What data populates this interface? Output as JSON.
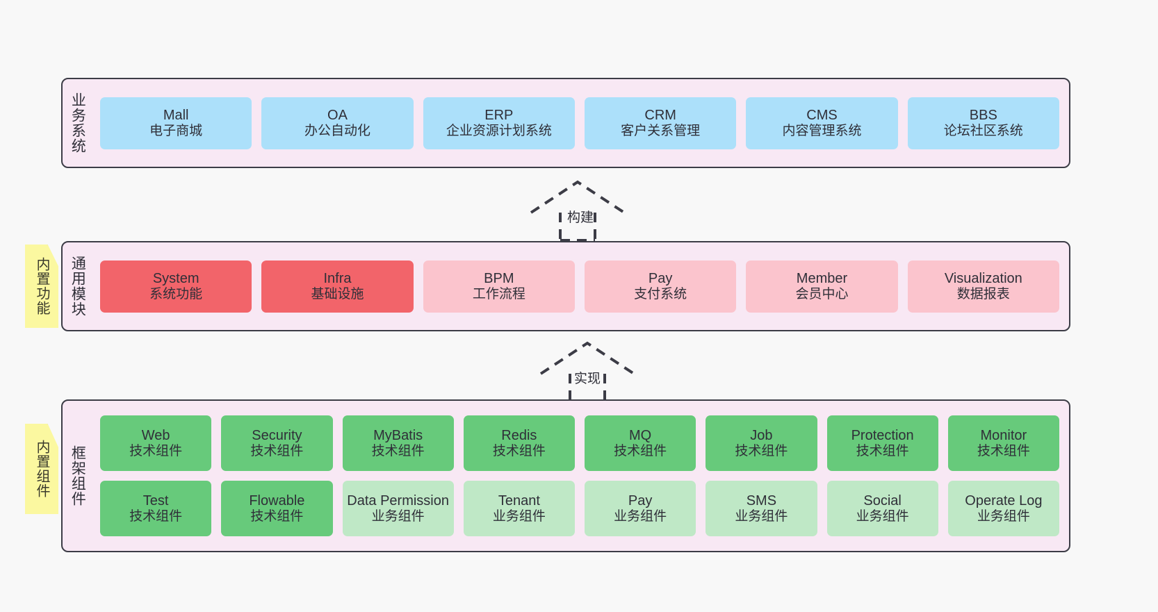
{
  "diagram": {
    "title": "ruoyi-vue-pro architecture layers",
    "colors": {
      "panel_bg": "#f8e8f4",
      "panel_border": "#3c3c46",
      "blue": "#ace0fa",
      "red": "#f2646a",
      "pink": "#fbc4cd",
      "green": "#67ca7b",
      "light_green": "#bfe8c6",
      "note_yellow": "#fbf8a0",
      "note_fold": "#cfcfcf",
      "canvas_bg": "#f8f8f8"
    }
  },
  "layers": [
    {
      "id": "business",
      "title": "业务系统",
      "rows": [
        [
          {
            "en": "Mall",
            "cn": "电子商城",
            "color": "blue"
          },
          {
            "en": "OA",
            "cn": "办公自动化",
            "color": "blue"
          },
          {
            "en": "ERP",
            "cn": "企业资源计划系统",
            "color": "blue"
          },
          {
            "en": "CRM",
            "cn": "客户关系管理",
            "color": "blue"
          },
          {
            "en": "CMS",
            "cn": "内容管理系统",
            "color": "blue"
          },
          {
            "en": "BBS",
            "cn": "论坛社区系统",
            "color": "blue"
          }
        ]
      ]
    },
    {
      "id": "common",
      "title": "通用模块",
      "rows": [
        [
          {
            "en": "System",
            "cn": "系统功能",
            "color": "red"
          },
          {
            "en": "Infra",
            "cn": "基础设施",
            "color": "red"
          },
          {
            "en": "BPM",
            "cn": "工作流程",
            "color": "pink"
          },
          {
            "en": "Pay",
            "cn": "支付系统",
            "color": "pink"
          },
          {
            "en": "Member",
            "cn": "会员中心",
            "color": "pink"
          },
          {
            "en": "Visualization",
            "cn": "数据报表",
            "color": "pink"
          }
        ]
      ]
    },
    {
      "id": "framework",
      "title": "框架组件",
      "rows": [
        [
          {
            "en": "Web",
            "cn": "技术组件",
            "color": "green"
          },
          {
            "en": "Security",
            "cn": "技术组件",
            "color": "green"
          },
          {
            "en": "MyBatis",
            "cn": "技术组件",
            "color": "green"
          },
          {
            "en": "Redis",
            "cn": "技术组件",
            "color": "green"
          },
          {
            "en": "MQ",
            "cn": "技术组件",
            "color": "green"
          },
          {
            "en": "Job",
            "cn": "技术组件",
            "color": "green"
          },
          {
            "en": "Protection",
            "cn": "技术组件",
            "color": "green"
          },
          {
            "en": "Monitor",
            "cn": "技术组件",
            "color": "green"
          }
        ],
        [
          {
            "en": "Test",
            "cn": "技术组件",
            "color": "green"
          },
          {
            "en": "Flowable",
            "cn": "技术组件",
            "color": "green"
          },
          {
            "en": "Data Permission",
            "cn": "业务组件",
            "color": "lightgreen",
            "wrap": true
          },
          {
            "en": "Tenant",
            "cn": "业务组件",
            "color": "lightgreen"
          },
          {
            "en": "Pay",
            "cn": "业务组件",
            "color": "lightgreen"
          },
          {
            "en": "SMS",
            "cn": "业务组件",
            "color": "lightgreen"
          },
          {
            "en": "Social",
            "cn": "业务组件",
            "color": "lightgreen"
          },
          {
            "en": "Operate Log",
            "cn": "业务组件",
            "color": "lightgreen"
          }
        ]
      ]
    }
  ],
  "notes": [
    {
      "id": "builtin-func",
      "label": "内置功能"
    },
    {
      "id": "builtin-comp",
      "label": "内置组件"
    }
  ],
  "connectors": [
    {
      "id": "build",
      "label": "构建",
      "style": "dashed-generalization",
      "direction": "up"
    },
    {
      "id": "impl",
      "label": "实现",
      "style": "dashed-generalization",
      "direction": "up"
    }
  ]
}
